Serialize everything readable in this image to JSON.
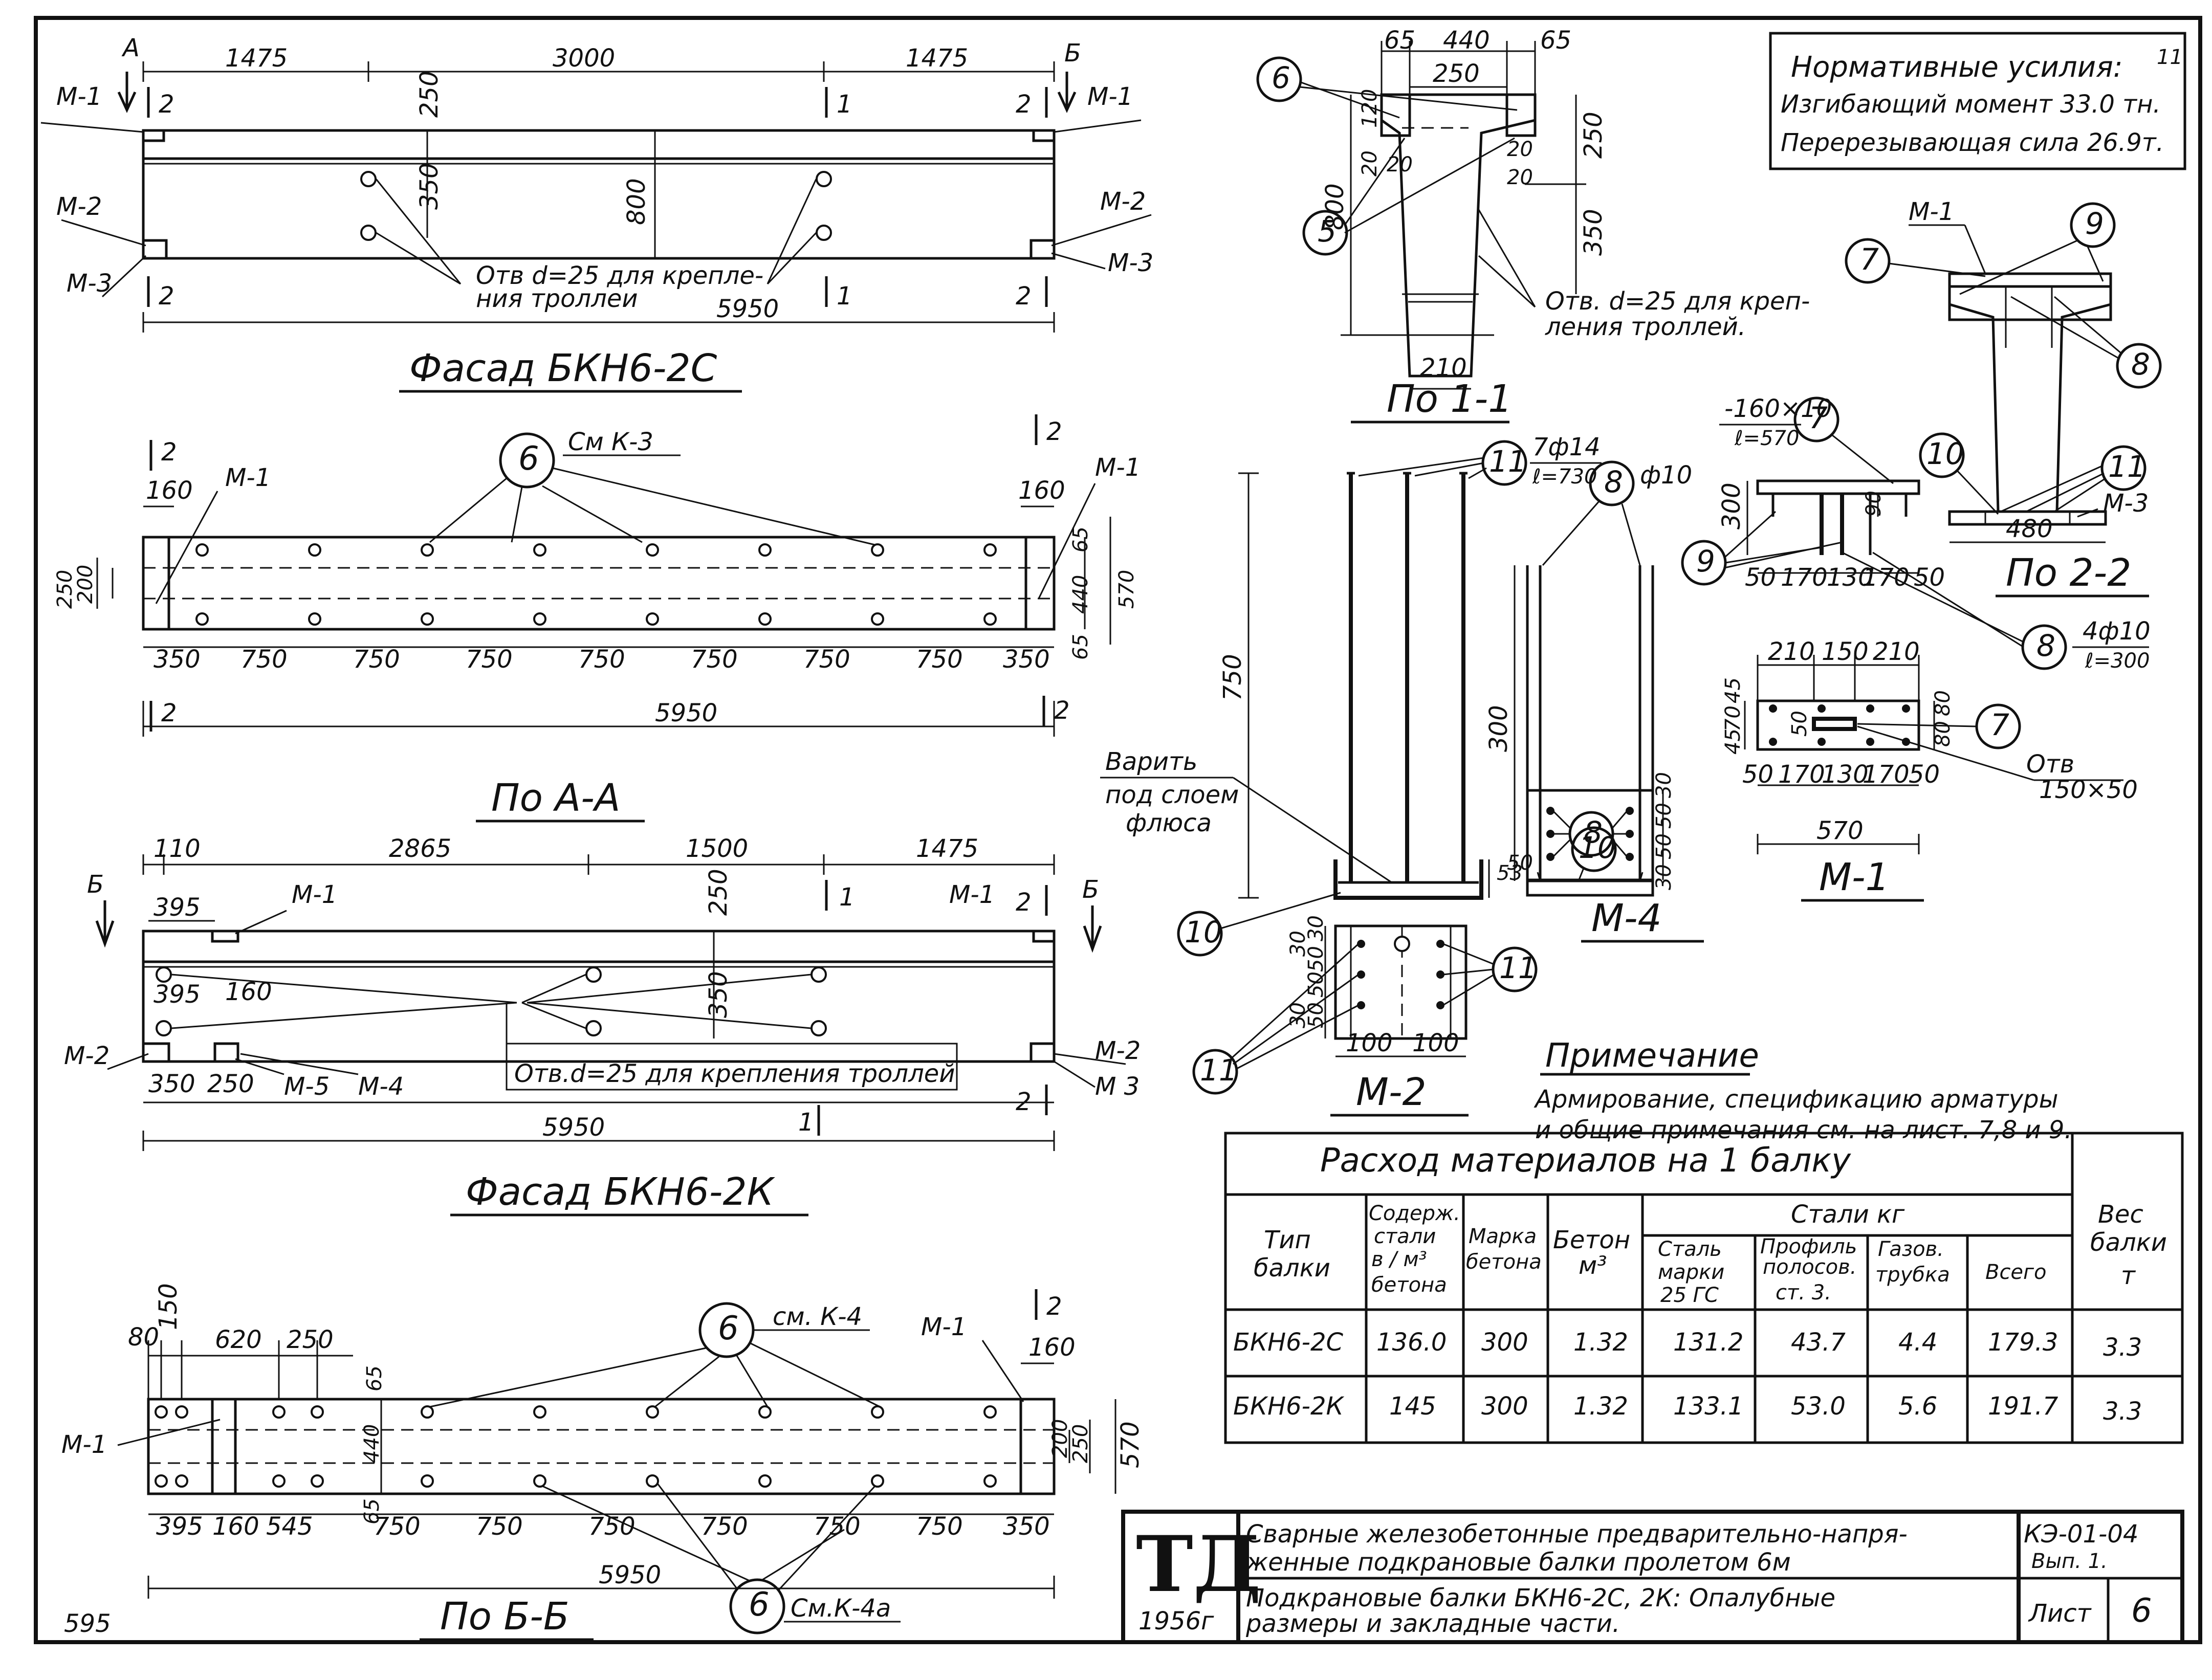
{
  "norms": {
    "heading": "Нормативные усилия:",
    "moment": "Изгибающий момент 33.0 тн.",
    "shear": "Перерезывающая сила 26.9т.",
    "corner_number": "11"
  },
  "views": {
    "facade_c": "Фасад БКН6-2С",
    "view_aa": "По А-А",
    "facade_k": "Фасад БКН6-2К",
    "view_bb": "По Б-Б",
    "section_11": "По 1-1",
    "section_22": "По 2-2",
    "m1": "М-1",
    "m2": "М-2",
    "m4": "М-4"
  },
  "facade_c": {
    "dims_top": [
      "1475",
      "3000",
      "1475"
    ],
    "dim_total": "5950",
    "dim_250": "250",
    "dim_350": "350",
    "dim_800": "800",
    "hole_note_1": "Отв d=25 для крепле-",
    "hole_note_2": "ния троллеи",
    "marks": {
      "a": "А",
      "m1": "М-1",
      "m2": "М-2",
      "m3": "М-3",
      "s1": "1",
      "s2": "2"
    }
  },
  "view_aa": {
    "ref": "См К-3",
    "callout": "6",
    "dims_bottom": [
      "350",
      "750",
      "750",
      "750",
      "750",
      "750",
      "750",
      "750",
      "350"
    ],
    "dim_total": "5950",
    "dim_160": "160",
    "left_dims": [
      "250",
      "200"
    ],
    "right_dims": [
      "65",
      "440",
      "570",
      "65"
    ],
    "m1": "М-1",
    "s2": "2"
  },
  "facade_k": {
    "dims_top": [
      "110",
      "2865",
      "1500",
      "1475"
    ],
    "dim_395": "395",
    "dim_160": "160",
    "dim_250": "250",
    "dim_350": "350",
    "dims_bottom": [
      "350",
      "250"
    ],
    "dim_total": "5950",
    "hole_note": "Отв.d=25 для крепления троллей",
    "marks": {
      "b": "Б",
      "m1": "М-1",
      "m2": "М-2",
      "m3": "М 3",
      "m4": "М-4",
      "m5": "М-5",
      "s1": "1",
      "s2": "2"
    }
  },
  "view_bb": {
    "ref_top": "см. К-4",
    "ref_bottom": "См.К-4а",
    "callout": "6",
    "dims_top": [
      "80",
      "150",
      "620",
      "250",
      "65",
      "160"
    ],
    "dims_bottom": [
      "395",
      "160",
      "545",
      "750",
      "750",
      "750",
      "750",
      "750",
      "750",
      "350"
    ],
    "dim_total": "5950",
    "right_dims": [
      "200",
      "250",
      "570"
    ],
    "left_dims": [
      "440",
      "65"
    ],
    "m1": "М-1",
    "s2": "2"
  },
  "section_11": {
    "dims_top": [
      "65",
      "440",
      "65"
    ],
    "dim_250w": "250",
    "dims_side": [
      "120",
      "20",
      "20",
      "20",
      "20"
    ],
    "dim_800": "800",
    "dims_right": [
      "250",
      "350"
    ],
    "dim_bottom": "210",
    "callouts": [
      "6",
      "5"
    ],
    "hole_note_1": "Отв. d=25 для креп-",
    "hole_note_2": "ления троллей."
  },
  "section_22": {
    "callouts": [
      "7",
      "9",
      "8",
      "10",
      "11"
    ],
    "m1": "М-1",
    "m3": "М-3",
    "dim_480": "480"
  },
  "rebar": {
    "dim_750": "750",
    "bars_11": "7ф14",
    "bars_11_len": "ℓ=730",
    "bars_8": "ф10",
    "dim_300": "300",
    "dim_50": "50",
    "dim_53": "53",
    "weld_1": "Варить",
    "weld_2": "под слоем",
    "weld_3": "флюса",
    "callouts": [
      "11",
      "8",
      "10"
    ]
  },
  "plate_160": {
    "label": "-160×10",
    "len": "ℓ=570",
    "dim_300": "300",
    "dims_bottom": [
      "50",
      "170",
      "130",
      "170",
      "50"
    ],
    "dim_90": "90",
    "callouts": [
      "7",
      "9",
      "8"
    ],
    "bars": "4ф10",
    "bars_len": "ℓ=300"
  },
  "m1": {
    "dims_top": [
      "210",
      "150",
      "210"
    ],
    "dims_left": [
      "45",
      "70",
      "45"
    ],
    "dims_right": [
      "80",
      "80"
    ],
    "dims_bottom": [
      "50",
      "170",
      "130",
      "170",
      "50"
    ],
    "dim_total": "570",
    "dim_50": "50",
    "hole_1": "Отв",
    "hole_2": "150×50",
    "callout": "7"
  },
  "m4": {
    "dims_right": [
      "30",
      "50",
      "50",
      "30"
    ],
    "callout": "8"
  },
  "m2": {
    "dims_left": [
      "30",
      "50",
      "50",
      "30",
      "50",
      "30"
    ],
    "dims_bottom": [
      "100",
      "100"
    ],
    "callouts": [
      "11",
      "11"
    ]
  },
  "note": {
    "title": "Примечание",
    "line1": "Армирование, спецификацию арматуры",
    "line2": "и общие примечания см. на лист. 7,8 и 9."
  },
  "table": {
    "title": "Расход материалов на 1 балку",
    "header": {
      "type": [
        "Тип",
        "балки"
      ],
      "steel_content": [
        "Содерж.",
        "стали",
        "в / м³",
        "бетона"
      ],
      "concrete_grade": [
        "Марка",
        "бетона"
      ],
      "concrete": [
        "Бетон",
        "м³"
      ],
      "steel_group": "Стали кг",
      "steel_25gs": [
        "Сталь",
        "марки",
        "25 ГС"
      ],
      "profile": [
        "Профиль",
        "полосов.",
        "ст. 3."
      ],
      "gas_pipe": [
        "Газов.",
        "трубка"
      ],
      "total": "Всего",
      "weight": [
        "Вес",
        "балки",
        "т"
      ]
    },
    "rows": [
      [
        "БКН6-2С",
        "136.0",
        "300",
        "1.32",
        "131.2",
        "43.7",
        "4.4",
        "179.3",
        "3.3"
      ],
      [
        "БКН6-2К",
        "145",
        "300",
        "1.32",
        "133.1",
        "53.0",
        "5.6",
        "191.7",
        "3.3"
      ]
    ]
  },
  "title_block": {
    "logo": "ТД",
    "year": "1956г",
    "line1": "Сварные железобетонные предварительно-напря-",
    "line2": "женные подкрановые балки пролетом 6м",
    "line3": "Подкрановые балки БКН6-2С, 2К: Опалубные",
    "line4": "размеры и закладные части.",
    "code": "КЭ-01-04",
    "issue": "Вып. 1.",
    "sheet_label": "Лист",
    "sheet_no": "6"
  },
  "page_number": "595"
}
